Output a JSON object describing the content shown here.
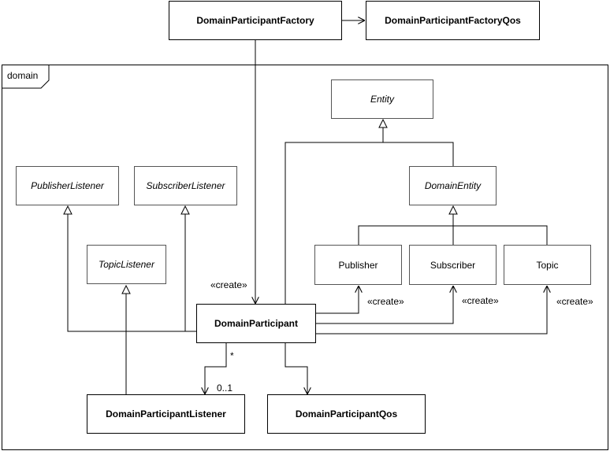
{
  "frame": {
    "name": "domain"
  },
  "classes": {
    "factory": "DomainParticipantFactory",
    "factory_qos": "DomainParticipantFactoryQos",
    "entity": "Entity",
    "domain_entity": "DomainEntity",
    "publisher_listener": "PublisherListener",
    "subscriber_listener": "SubscriberListener",
    "topic_listener": "TopicListener",
    "publisher": "Publisher",
    "subscriber": "Subscriber",
    "topic": "Topic",
    "participant": "DomainParticipant",
    "participant_listener": "DomainParticipantListener",
    "participant_qos": "DomainParticipantQos"
  },
  "labels": {
    "create_participant": "«create»",
    "create_publisher": "«create»",
    "create_subscriber": "«create»",
    "create_topic": "«create»",
    "mult_many": "*",
    "mult_optional": "0..1"
  }
}
